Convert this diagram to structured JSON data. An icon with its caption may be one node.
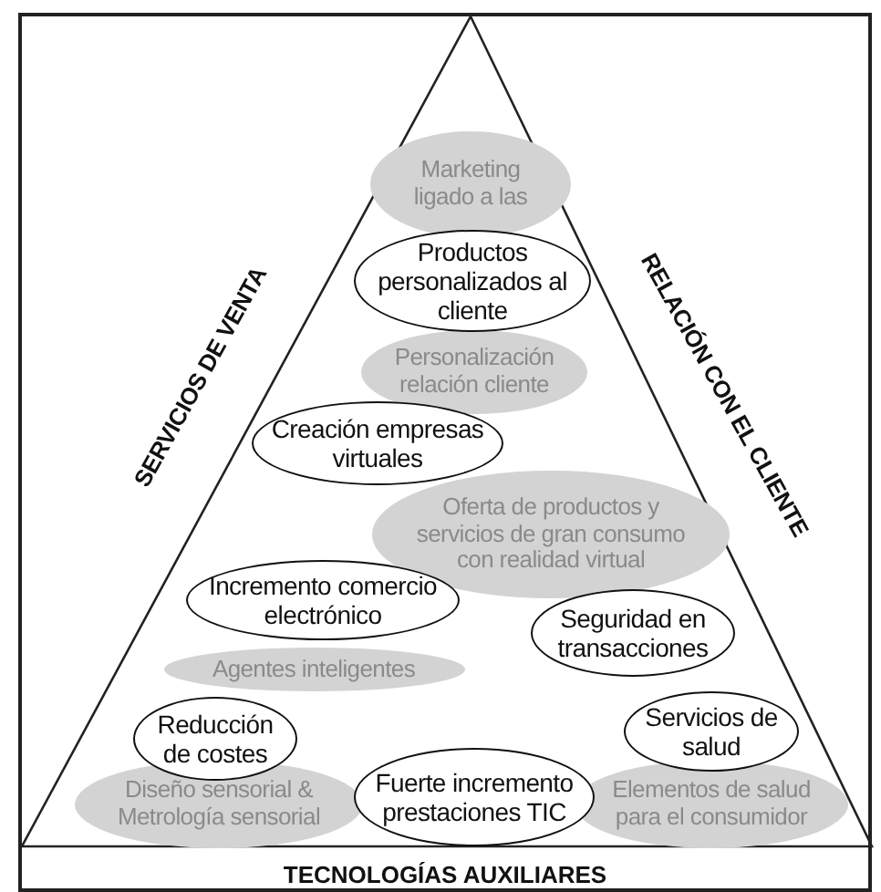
{
  "diagram": {
    "nodes": [
      {
        "text": [
          "Marketing ligado a las"
        ]
      },
      {
        "text": [
          "Productos personalizados al cliente"
        ]
      },
      {
        "text": [
          "Personalización relación cliente"
        ]
      },
      {
        "text": [
          "Creación empresas virtuales"
        ]
      },
      {
        "text": [
          "Oferta de productos y servicios de gran consumo con realidad virtual"
        ]
      },
      {
        "text": [
          "Incremento comercio electrónico"
        ]
      },
      {
        "text": [
          "Seguridad en transacciones"
        ]
      },
      {
        "text": [
          "Agentes inteligentes"
        ]
      },
      {
        "text": [
          "Reducción de costes"
        ]
      },
      {
        "text": [
          "Servicios de salud"
        ]
      },
      {
        "text": [
          "Diseño sensorial & Metrología sensorial"
        ]
      },
      {
        "text": [
          "Fuerte incremento prestaciones TIC"
        ]
      },
      {
        "text": [
          "Elementos de salud para el consumidor"
        ]
      }
    ],
    "labels": [
      "SERVICIOS DE VENTA",
      "RELACIÓN CON EL CLIENTE",
      "TECNOLOGÍAS AUXILIARES"
    ]
  }
}
